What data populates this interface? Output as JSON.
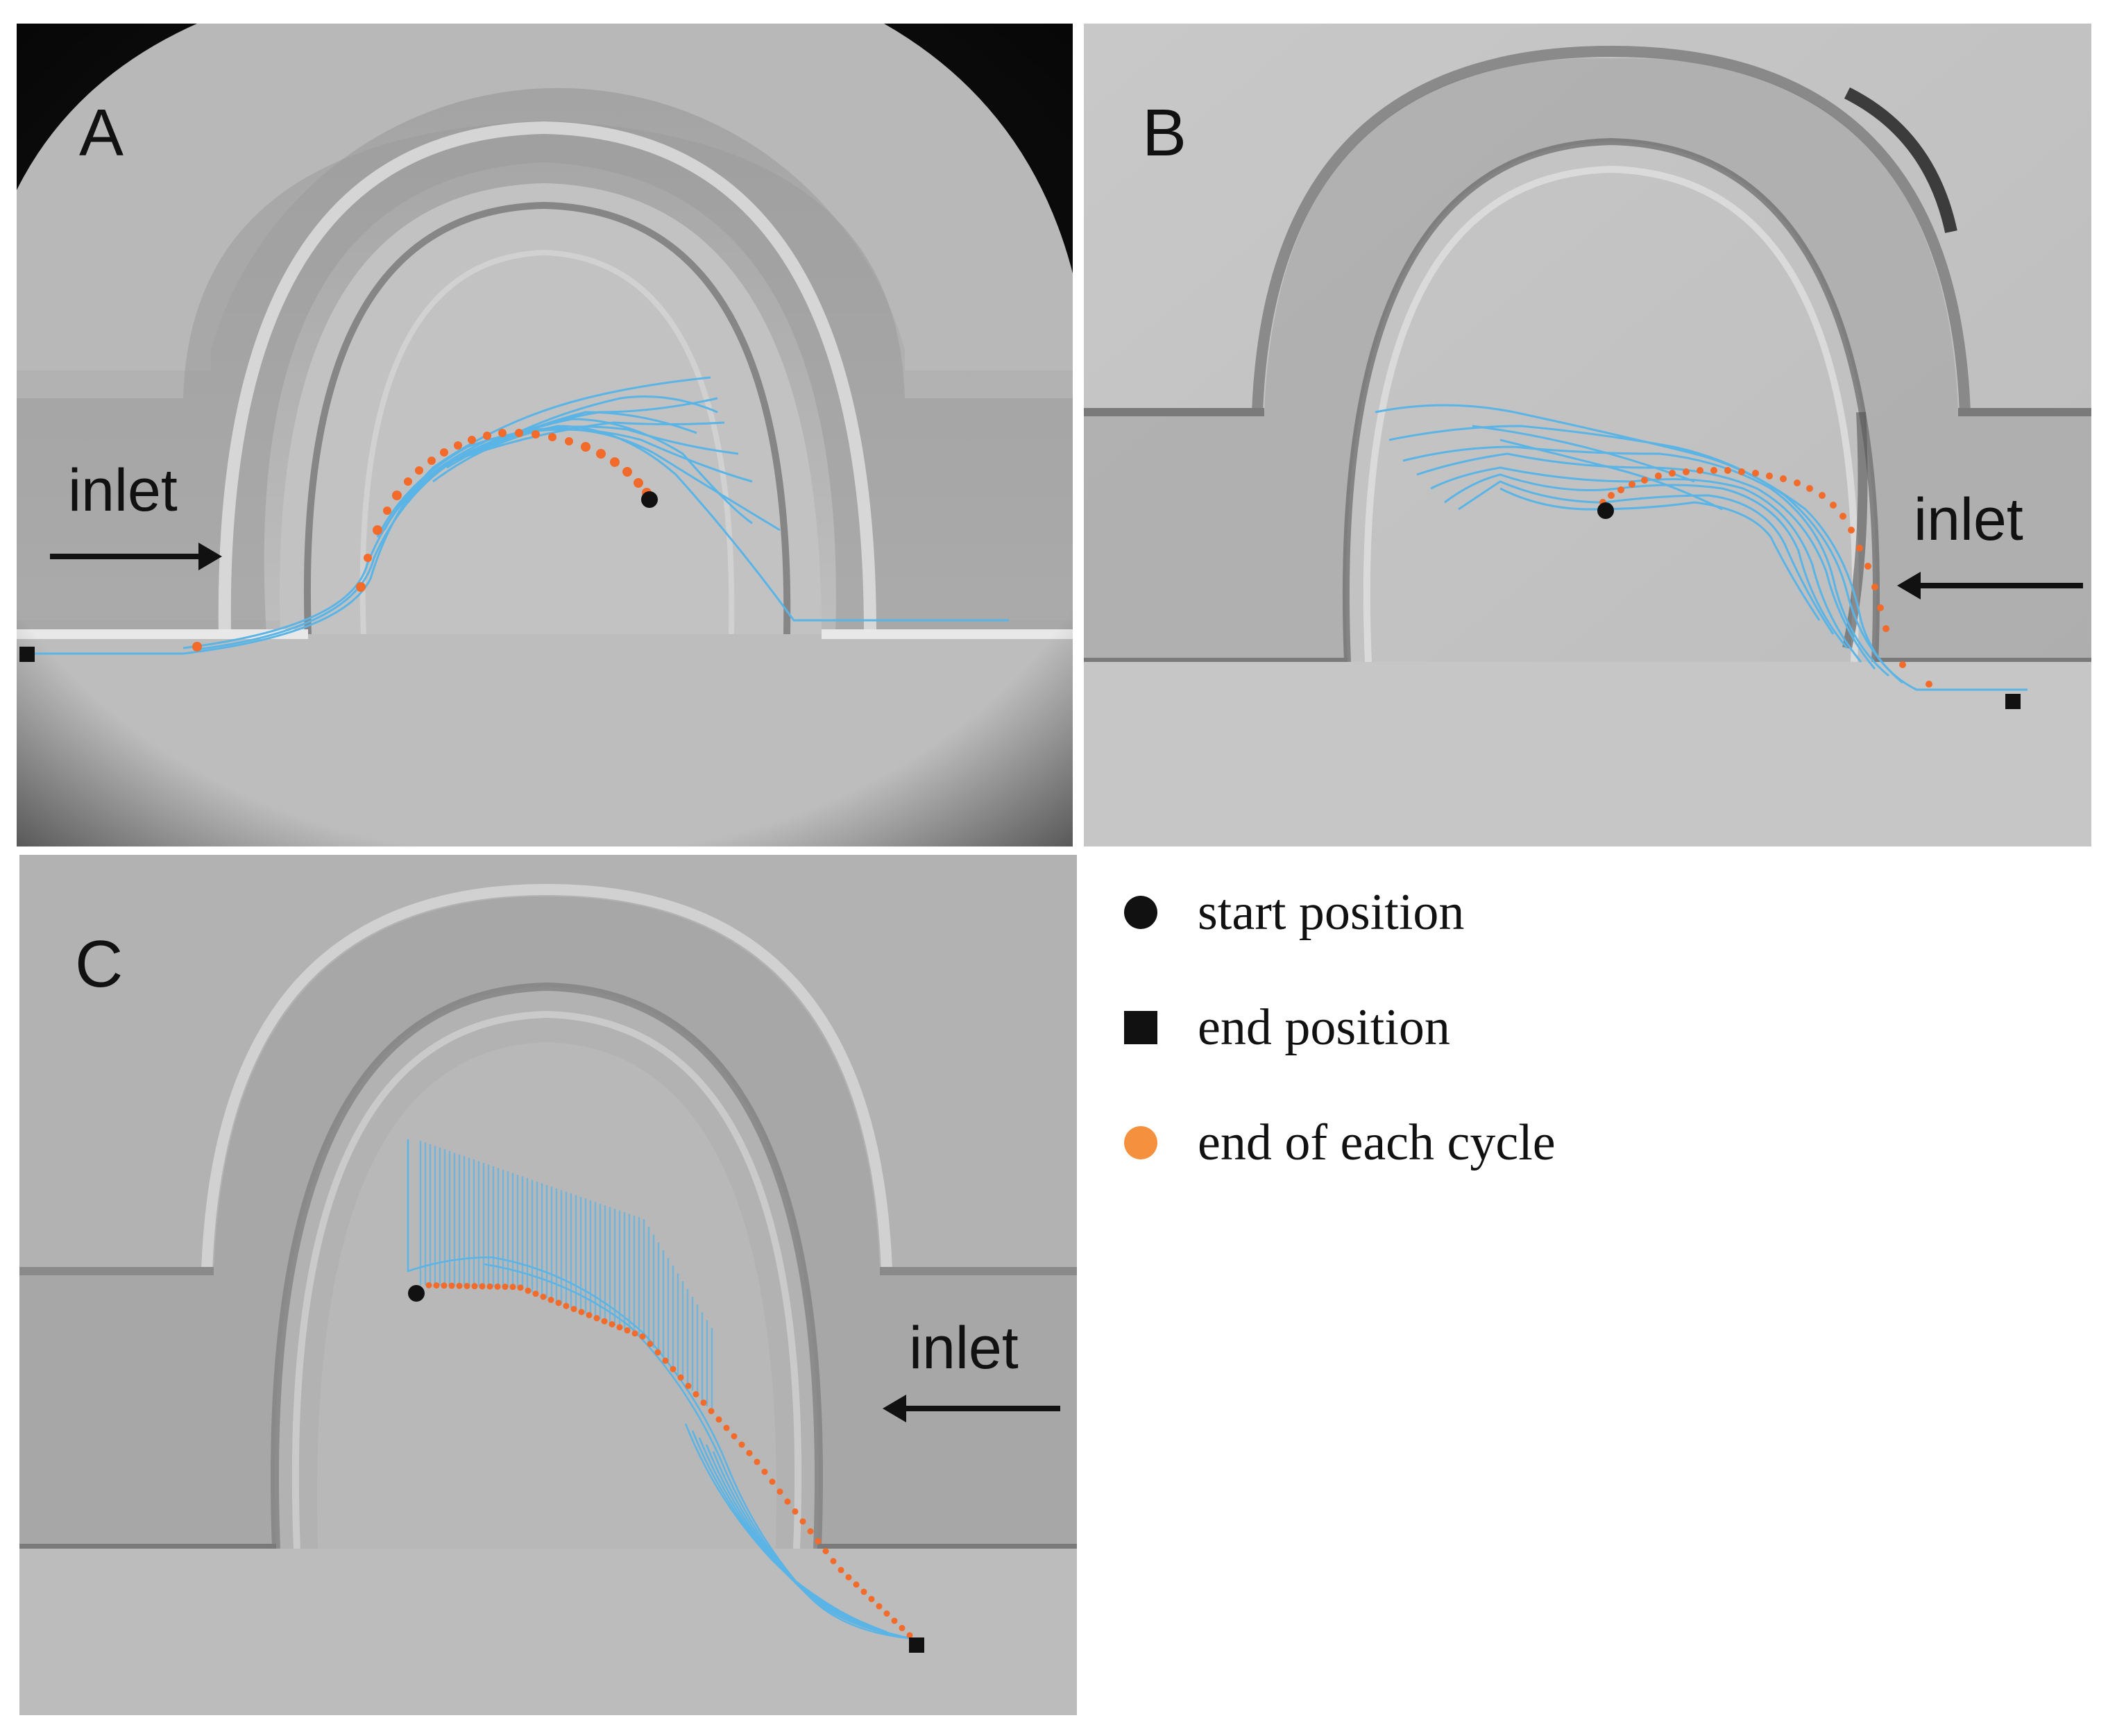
{
  "colors": {
    "trajectory": "#5ab4e6",
    "cycle_end": "#f26b2a",
    "legend_cycle_end": "#f5913e",
    "marker": "#111111",
    "channel": "#b9b9b9"
  },
  "panels": [
    {
      "letter": "A",
      "inlet_label": "inlet",
      "inlet_direction": "left-to-right"
    },
    {
      "letter": "B",
      "inlet_label": "inlet",
      "inlet_direction": "right-to-left"
    },
    {
      "letter": "C",
      "inlet_label": "inlet",
      "inlet_direction": "right-to-left"
    }
  ],
  "legend": [
    {
      "marker": "circle",
      "label": "start position"
    },
    {
      "marker": "square",
      "label": "end position"
    },
    {
      "marker": "circle-orange",
      "label": "end of each cycle"
    }
  ]
}
